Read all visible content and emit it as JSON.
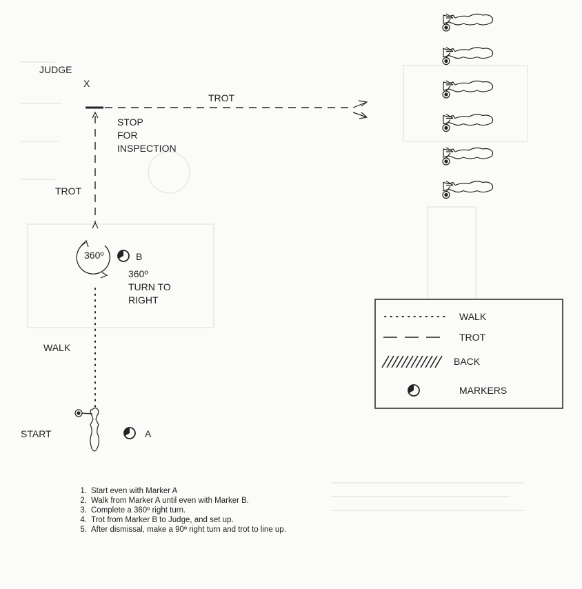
{
  "labels": {
    "judge": "JUDGE",
    "judge_mark": "X",
    "trot_top": "TROT",
    "stop_line1": "STOP",
    "stop_line2": "FOR",
    "stop_line3": "INSPECTION",
    "trot_side": "TROT",
    "turn_circle": "360º",
    "marker_b": "B",
    "turn_line1": "360º",
    "turn_line2": "TURN TO",
    "turn_line3": "RIGHT",
    "walk": "WALK",
    "start": "START",
    "marker_a": "A"
  },
  "legend": {
    "walk": "WALK",
    "trot": "TROT",
    "back": "BACK",
    "markers": "MARKERS"
  },
  "steps": [
    {
      "num": "1.",
      "text": "Start even with Marker A"
    },
    {
      "num": "2.",
      "text": "Walk from Marker A until even with Marker B."
    },
    {
      "num": "3.",
      "text": "Complete a 360º right turn."
    },
    {
      "num": "4.",
      "text": "Trot from Marker B to Judge, and set up."
    },
    {
      "num": "5.",
      "text": "After dismissal, make a 90º right turn and trot to line up."
    }
  ],
  "lineup_count": 6,
  "colors": {
    "ink": "#222222",
    "paper": "#fbfbf9",
    "ghost": "#e3e3df"
  }
}
